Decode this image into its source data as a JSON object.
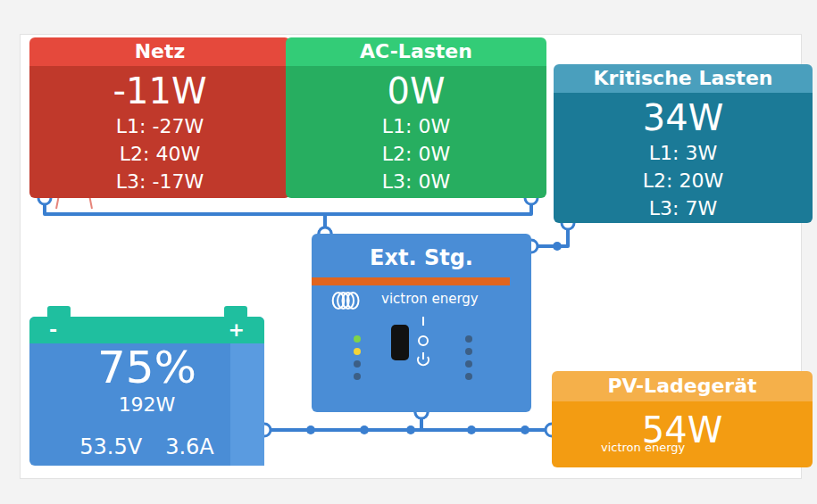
{
  "diagram": {
    "nodes": [
      {
        "text": [
          "Netz",
          "-11W",
          "L1: -27W",
          "L2: 40W",
          "L3: -17W"
        ]
      },
      {
        "text": [
          "AC-Lasten",
          "0W",
          "L1: 0W",
          "L2: 0W",
          "L3: 0W"
        ]
      },
      {
        "text": [
          "Kritische Lasten",
          "34W",
          "L1: 3W",
          "L2: 20W",
          "L3: 7W"
        ]
      },
      {
        "text": [
          "Ext. Stg.",
          "victron energy"
        ]
      },
      {
        "text": [
          "-",
          "+",
          "75%",
          "192W",
          "53.5V",
          "3.6A"
        ]
      },
      {
        "text": [
          "PV-Ladegerät",
          "54W",
          "victron energy"
        ]
      }
    ],
    "edges": [
      {
        "from": 0,
        "to": 3,
        "arrow": "none"
      },
      {
        "from": 1,
        "to": 3,
        "arrow": "none"
      },
      {
        "from": 3,
        "to": 2,
        "arrow": "none"
      },
      {
        "from": 4,
        "to": 3,
        "arrow": "none"
      },
      {
        "from": 3,
        "to": 5,
        "arrow": "none"
      }
    ]
  }
}
